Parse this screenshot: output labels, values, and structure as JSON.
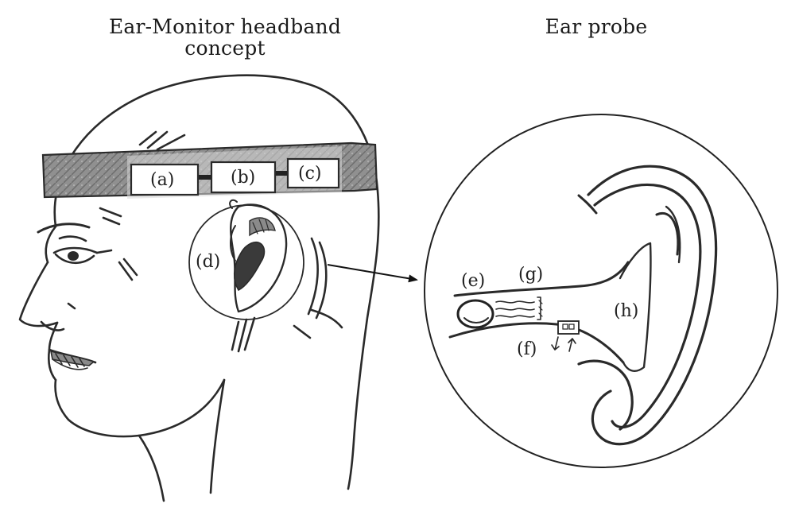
{
  "titles": {
    "headband_line1": "Ear-Monitor headband",
    "headband_line2": "concept",
    "probe": "Ear probe"
  },
  "labels": {
    "a": "(a)",
    "b": "(b)",
    "c": "(c)",
    "d": "(d)",
    "e": "(e)",
    "f": "(f)",
    "g": "(g)",
    "h": "(h)"
  },
  "colors": {
    "ink": "#2a2a2a",
    "headband": "#8e8e8e",
    "ear_fill": "#3a3a3a"
  }
}
